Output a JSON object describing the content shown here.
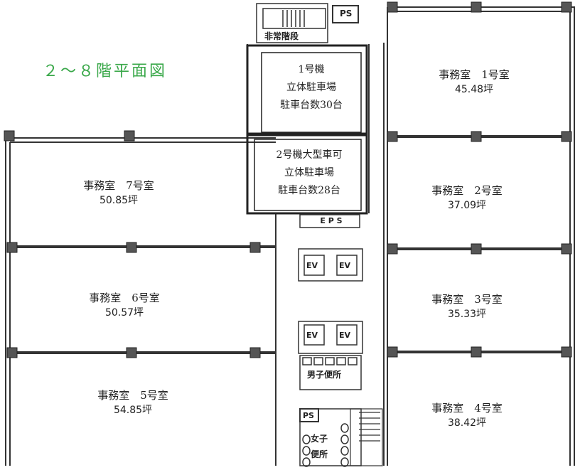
{
  "title": "２～８階平面図",
  "labels": {
    "emergency_stairs": "非常階段",
    "ps_top": "PS",
    "ps_bottom": "PS",
    "eps": "E P S",
    "ev": "EV",
    "mens_restroom": "男子便所",
    "womens_restroom_1": "女子",
    "womens_restroom_2": "便所"
  },
  "parking": [
    {
      "line1": "1号機",
      "line2": "立体駐車場",
      "line3": "駐車台数30台"
    },
    {
      "line1": "2号機大型車可",
      "line2": "立体駐車場",
      "line3": "駐車台数28台"
    }
  ],
  "rooms": [
    {
      "name": "事務室　1号室",
      "area": "45.48坪"
    },
    {
      "name": "事務室　2号室",
      "area": "37.09坪"
    },
    {
      "name": "事務室　3号室",
      "area": "35.33坪"
    },
    {
      "name": "事務室　4号室",
      "area": "38.42坪"
    },
    {
      "name": "事務室　5号室",
      "area": "54.85坪"
    },
    {
      "name": "事務室　6号室",
      "area": "50.57坪"
    },
    {
      "name": "事務室　7号室",
      "area": "50.85坪"
    }
  ],
  "colors": {
    "wall": "#333333",
    "column": "#555555",
    "title": "#3aa84a"
  }
}
